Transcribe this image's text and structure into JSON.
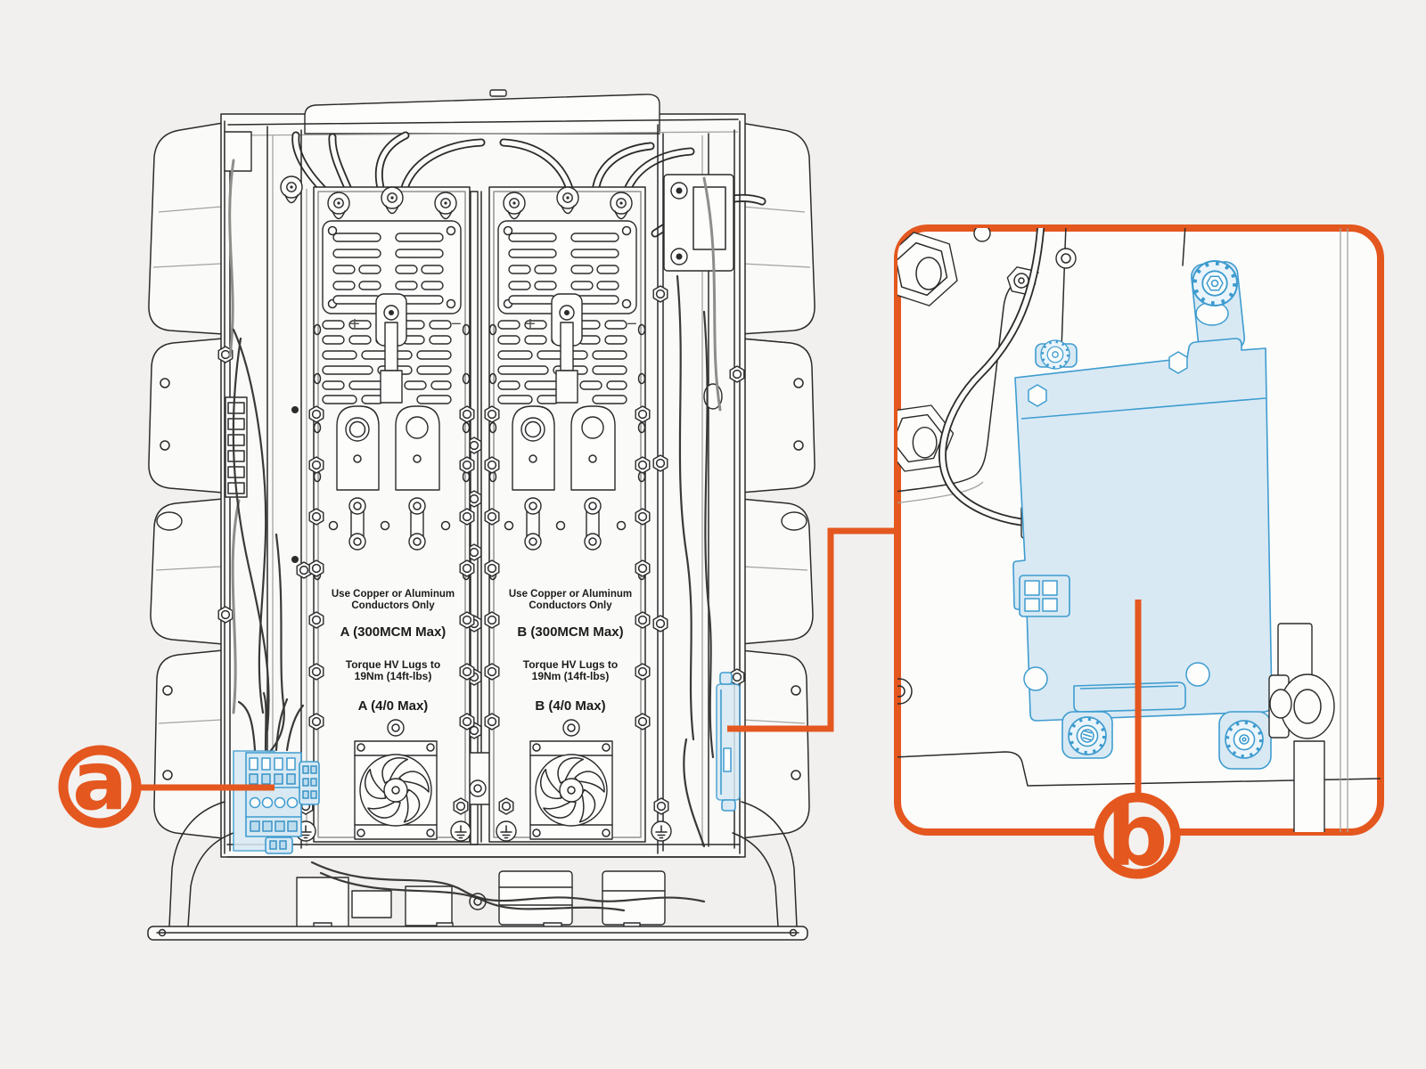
{
  "figure": {
    "kind": "installation-manual-illustration",
    "background_color": "#f1f0ee",
    "accent_color": "#e4571f",
    "highlight_stroke_color": "#3e9ccf",
    "highlight_fill_color": "#d8e9f4",
    "lineart_color": "#2b2b2b"
  },
  "main_view": {
    "modules": [
      {
        "id": "A",
        "conductor_note_line1": "Use Copper or Aluminum",
        "conductor_note_line2": "Conductors Only",
        "conductor_rating": "A (300MCM Max)",
        "torque_note_line1": "Torque HV Lugs to",
        "torque_note_line2": "19Nm (14ft-lbs)",
        "lug_rating": "A (4/0 Max)",
        "polarity_positive": "+",
        "polarity_negative": "−"
      },
      {
        "id": "B",
        "conductor_note_line1": "Use Copper or Aluminum",
        "conductor_note_line2": "Conductors Only",
        "conductor_rating": "B (300MCM Max)",
        "torque_note_line1": "Torque HV Lugs to",
        "torque_note_line2": "19Nm (14ft-lbs)",
        "lug_rating": "B (4/0 Max)",
        "polarity_positive": "+",
        "polarity_negative": "−"
      }
    ]
  },
  "callouts": {
    "a": {
      "label": "a"
    },
    "b": {
      "label": "b"
    }
  }
}
